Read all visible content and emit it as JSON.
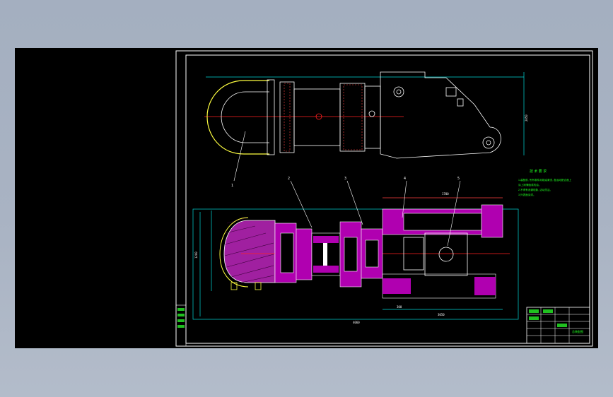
{
  "viewer": {
    "background": "#a6b0c1",
    "canvas_background": "#000000"
  },
  "drawing": {
    "colors": {
      "frame": "#ffffff",
      "inner_frame": "#00d8d8",
      "part_line": "#ffffff",
      "center_line": "#ff2020",
      "yellow_line": "#ffff40",
      "section_fill": "#b000b0",
      "notes_text": "#20ff20",
      "leader": "#ffffff"
    },
    "balloons": [
      "1",
      "2",
      "3",
      "4",
      "5"
    ],
    "notes_title": "技 术 要 求",
    "notes": [
      "1.装配前, 所有零件用煤油清洗, 各运动配合面上",
      "  涂上润滑脂或机油。",
      "2.不得有渗漏现象, 活动灵活。",
      "3.外表面涂漆。"
    ],
    "dim_top_right": "2050",
    "dim_side_left": "1200",
    "dim_bottom_total": "4060",
    "dim_bottom_mid": "3050",
    "dim_right_top": "1700",
    "dim_right_small": "300",
    "title_block": {
      "title": "总装配图",
      "company": "",
      "rows": [
        "",
        "",
        "",
        ""
      ]
    },
    "left_block": [
      "",
      "",
      "",
      ""
    ]
  }
}
